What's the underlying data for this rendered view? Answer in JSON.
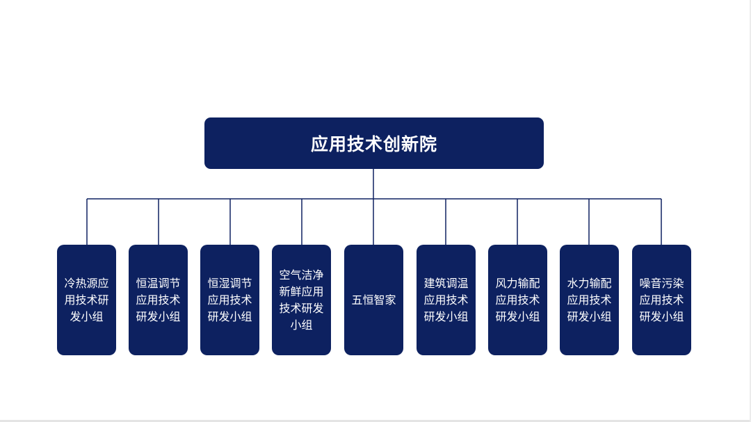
{
  "org_chart": {
    "root": {
      "label": "应用技术创新院"
    },
    "children": [
      {
        "label": "冷热源应用技术研发小组"
      },
      {
        "label": "恒温调节应用技术研发小组"
      },
      {
        "label": "恒湿调节应用技术研发小组"
      },
      {
        "label": "空气洁净新鲜应用技术研发小组"
      },
      {
        "label": "五恒智家"
      },
      {
        "label": "建筑调温应用技术研发小组"
      },
      {
        "label": "风力输配应用技术研发小组"
      },
      {
        "label": "水力输配应用技术研发小组"
      },
      {
        "label": "噪音污染应用技术研发小组"
      }
    ]
  },
  "colors": {
    "node_fill": "#0d2160",
    "node_text": "#ffffff",
    "connector": "#0d2160",
    "background": "#ffffff"
  }
}
